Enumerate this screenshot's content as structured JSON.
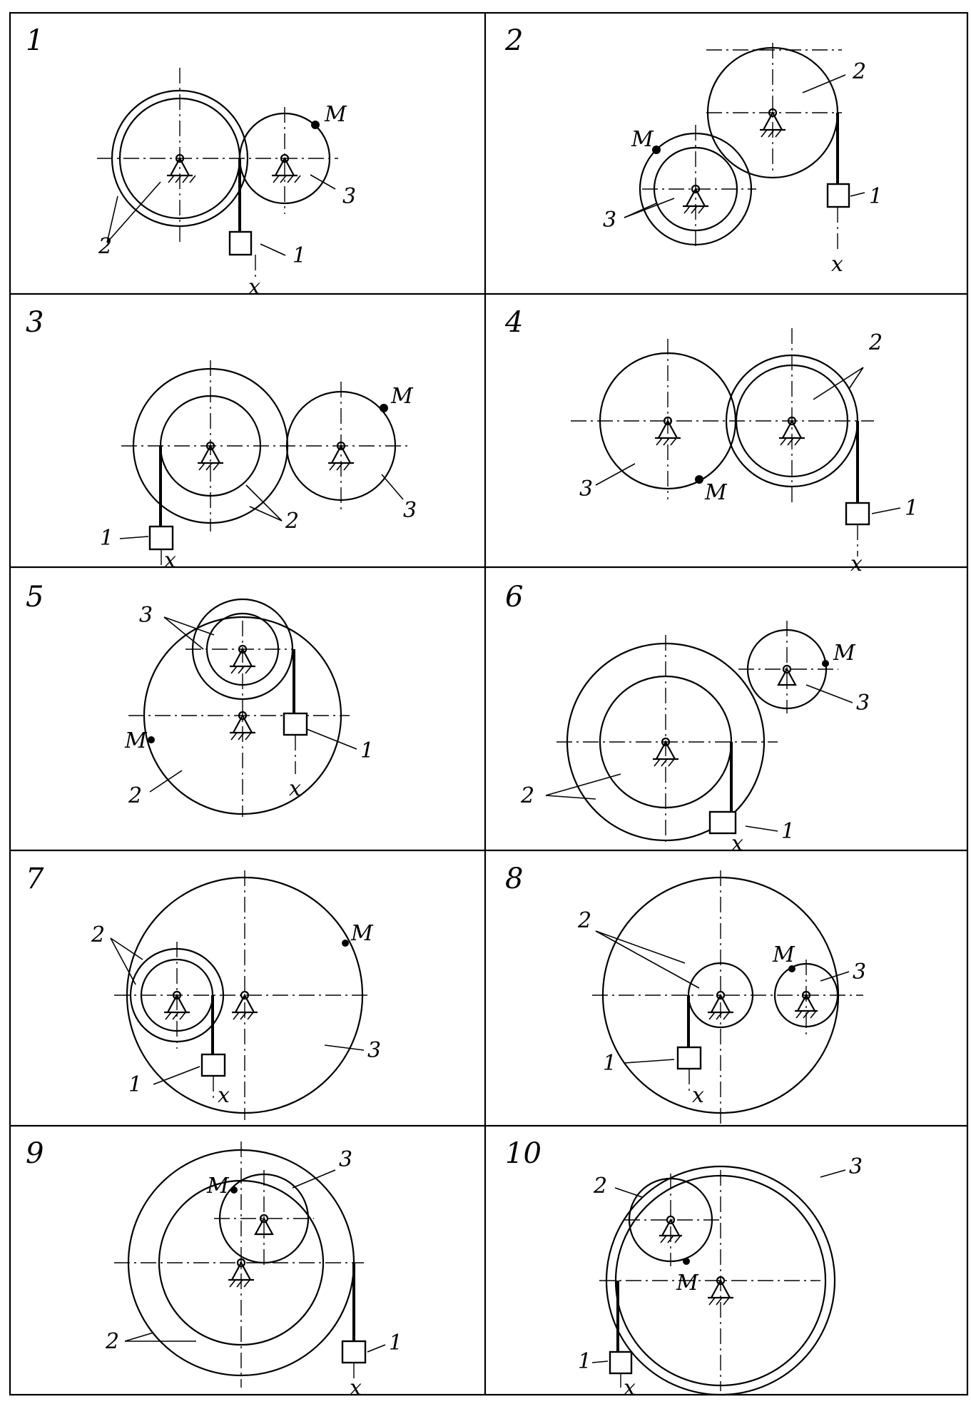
{
  "panels": [
    {
      "number": "1",
      "labels": {
        "rim": "2",
        "gear": "3",
        "block": "1",
        "point": "M",
        "axis": "x"
      }
    },
    {
      "number": "2",
      "labels": {
        "rim": "2",
        "gear": "3",
        "block": "1",
        "point": "M",
        "axis": "x"
      }
    },
    {
      "number": "3",
      "labels": {
        "rim": "2",
        "gear": "3",
        "block": "1",
        "point": "M",
        "axis": "x"
      }
    },
    {
      "number": "4",
      "labels": {
        "rim": "2",
        "gear": "3",
        "block": "1",
        "point": "M",
        "axis": "x"
      }
    },
    {
      "number": "5",
      "labels": {
        "rim": "2",
        "gear": "3",
        "block": "1",
        "point": "M",
        "axis": "x"
      }
    },
    {
      "number": "6",
      "labels": {
        "rim": "2",
        "gear": "3",
        "block": "1",
        "point": "M",
        "axis": "x"
      }
    },
    {
      "number": "7",
      "labels": {
        "rim": "2",
        "gear": "3",
        "block": "1",
        "point": "M",
        "axis": "x"
      }
    },
    {
      "number": "8",
      "labels": {
        "rim": "2",
        "gear": "3",
        "block": "1",
        "point": "M",
        "axis": "x"
      }
    },
    {
      "number": "9",
      "labels": {
        "rim": "2",
        "gear": "3",
        "block": "1",
        "point": "M",
        "axis": "x"
      }
    },
    {
      "number": "10",
      "labels": {
        "rim": "2",
        "gear": "3",
        "block": "1",
        "point": "M",
        "axis": "x"
      }
    }
  ]
}
